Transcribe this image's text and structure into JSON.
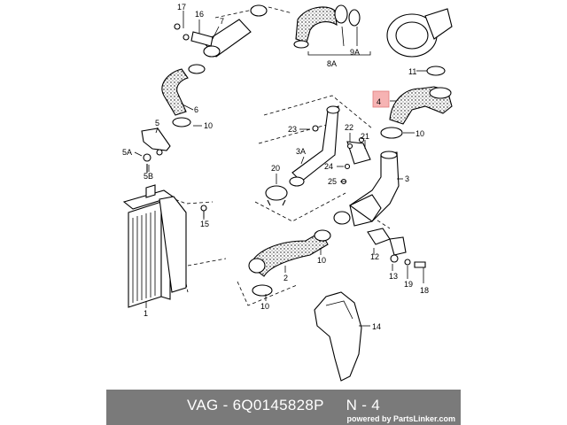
{
  "footer": {
    "brand": "VAG",
    "separator": " - ",
    "part_number": "6Q0145828P",
    "position": "N - 4",
    "powered_by": "powered by PartsLinker.com"
  },
  "callouts": {
    "c1": "1",
    "c2": "2",
    "c3": "3",
    "c3a": "3A",
    "c4": "4",
    "c5": "5",
    "c5a": "5A",
    "c5b": "5B",
    "c6": "6",
    "c7": "7",
    "c8a": "8A",
    "c9a": "9A",
    "c10a": "10",
    "c10b": "10",
    "c10c": "10",
    "c10d": "10",
    "c11": "11",
    "c12": "12",
    "c13": "13",
    "c14": "14",
    "c15": "15",
    "c16": "16",
    "c17": "17",
    "c18": "18",
    "c19": "19",
    "c20": "20",
    "c21": "21",
    "c22": "22",
    "c23": "23",
    "c24": "24",
    "c25": "25"
  },
  "colors": {
    "highlight": "#f4a6a6",
    "footer_bg": "#7a7a7a"
  }
}
